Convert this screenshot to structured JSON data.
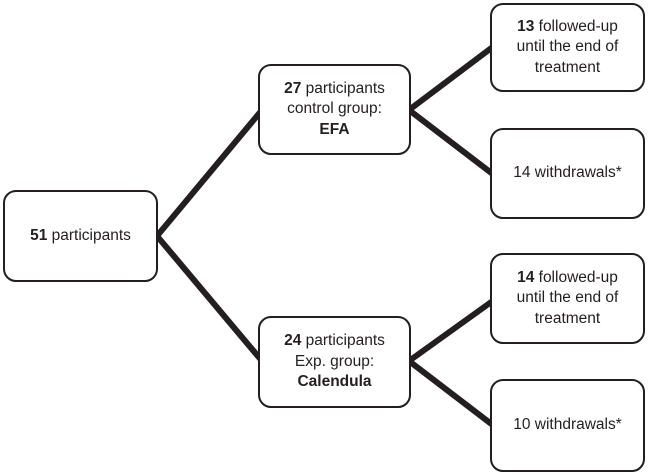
{
  "colors": {
    "ink": "#231f20",
    "background": "#ffffff"
  },
  "boxes": {
    "root": {
      "count": "51",
      "count_suffix": " participants"
    },
    "control": {
      "count": "27",
      "count_suffix": " participants",
      "line2": "control group:",
      "line3": "EFA"
    },
    "experimental": {
      "count": "24",
      "count_suffix": " participants",
      "line2": "Exp. group:",
      "line3": "Calendula"
    },
    "control_followup": {
      "count": "13",
      "count_suffix": " followed-up",
      "line2": "until the end of",
      "line3": "treatment"
    },
    "control_withdrawals": {
      "label": "14 withdrawals*"
    },
    "experimental_followup": {
      "count": "14",
      "count_suffix": " followed-up",
      "line2": "until the end of",
      "line3": "treatment"
    },
    "experimental_withdrawals": {
      "label": "10 withdrawals*"
    }
  }
}
